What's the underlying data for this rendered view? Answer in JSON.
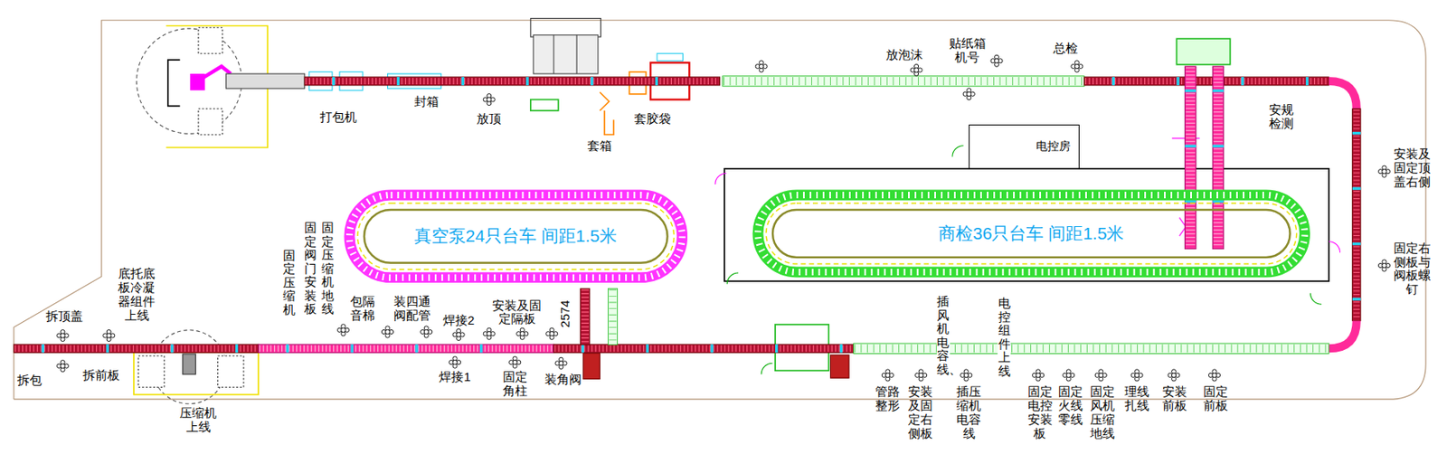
{
  "diagram": {
    "nodes": [
      {
        "text": [
          "电控房"
        ]
      },
      {
        "text": [
          "真空泵24只台车 间距1.5米"
        ]
      },
      {
        "text": [
          "商检36只台车 间距1.5米"
        ]
      }
    ],
    "labels": [
      "打包机",
      "封箱",
      "放顶",
      "套箱",
      "套胶袋",
      "放泡沫",
      "贴纸箱机号",
      "总检",
      "安规检测",
      "安装及固定顶盖右侧",
      "固定右侧板与阀板螺钉",
      "拆顶盖",
      "拆包",
      "拆前板",
      "压缩机上线",
      "底托底板冷凝器组件上线",
      "固定压缩机",
      "固定阀门安装板",
      "固定压缩机地线",
      "包隔音棉",
      "装四通阀配管",
      "焊接2",
      "安装及固定隔板",
      "焊接1",
      "固定角柱",
      "装角阀",
      "2574",
      "管路整形",
      "安装及固定右侧板",
      "插风机电容线、",
      "插压缩机电容线",
      "电控组件上线",
      "固定电控安装板",
      "固定火线零线",
      "固定风机压缩地线",
      "理线扎线",
      "安装前板",
      "固定前板"
    ]
  }
}
